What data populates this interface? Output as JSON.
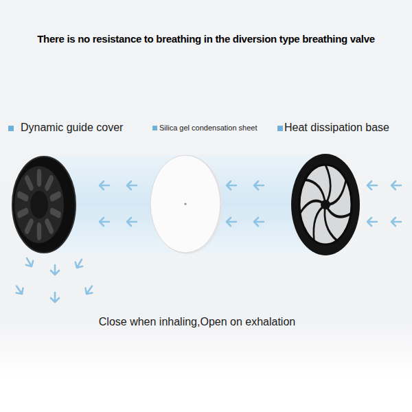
{
  "diagram": {
    "title": "There is no resistance to breathing in the diversion type breathing valve",
    "caption": "Close when inhaling,Open on exhalation",
    "labels": [
      "Dynamic guide cover",
      "Silica gel condensation sheet",
      "Heat dissipation base"
    ]
  }
}
